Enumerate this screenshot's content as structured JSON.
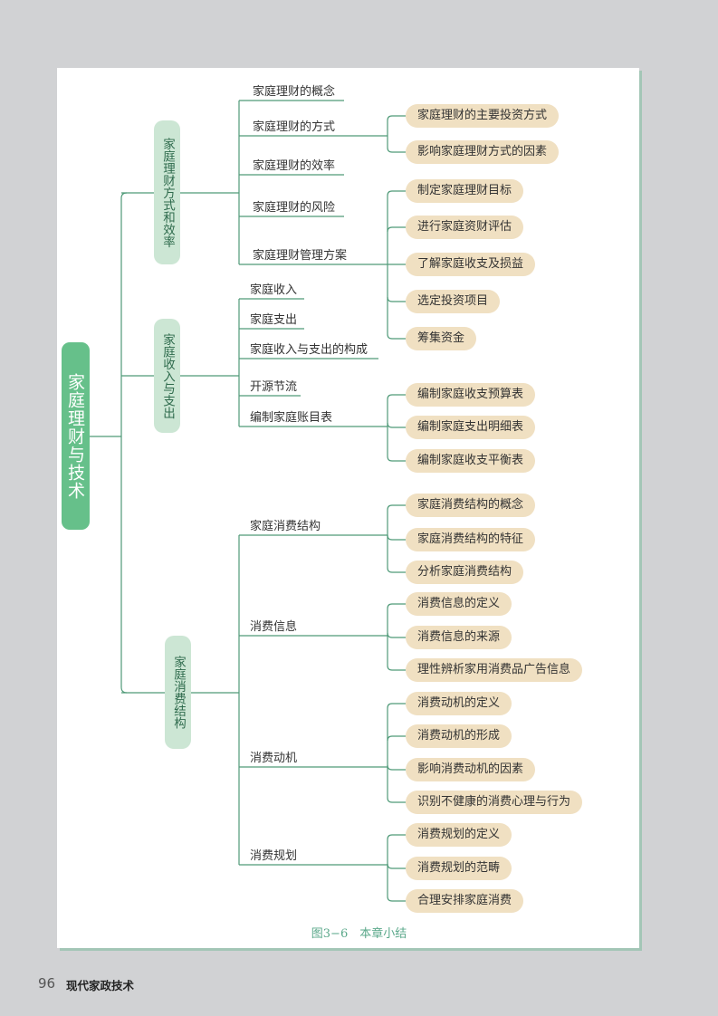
{
  "root": "家庭理财与技术",
  "branches": [
    {
      "label": "家庭理财方式和效率",
      "children": [
        {
          "label": "家庭理财的概念",
          "children": []
        },
        {
          "label": "家庭理财的方式",
          "children": [
            "家庭理财的主要投资方式",
            "影响家庭理财方式的因素"
          ]
        },
        {
          "label": "家庭理财的效率",
          "children": []
        },
        {
          "label": "家庭理财的风险",
          "children": []
        },
        {
          "label": "家庭理财管理方案",
          "children": [
            "制定家庭理财目标",
            "进行家庭资财评估",
            "了解家庭收支及损益",
            "选定投资项目",
            "筹集资金"
          ]
        }
      ]
    },
    {
      "label": "家庭收入与支出",
      "children": [
        {
          "label": "家庭收入",
          "children": []
        },
        {
          "label": "家庭支出",
          "children": []
        },
        {
          "label": "家庭收入与支出的构成",
          "children": []
        },
        {
          "label": "开源节流",
          "children": []
        },
        {
          "label": "编制家庭账目表",
          "children": [
            "编制家庭收支预算表",
            "编制家庭支出明细表",
            "编制家庭收支平衡表"
          ]
        }
      ]
    },
    {
      "label": "家庭消费结构",
      "children": [
        {
          "label": "家庭消费结构",
          "children": [
            "家庭消费结构的概念",
            "家庭消费结构的特征",
            "分析家庭消费结构"
          ]
        },
        {
          "label": "消费信息",
          "children": [
            "消费信息的定义",
            "消费信息的来源",
            "理性辨析家用消费品广告信息"
          ]
        },
        {
          "label": "消费动机",
          "children": [
            "消费动机的定义",
            "消费动机的形成",
            "影响消费动机的因素",
            "识别不健康的消费心理与行为"
          ]
        },
        {
          "label": "消费规划",
          "children": [
            "消费规划的定义",
            "消费规划的范畴",
            "合理安排家庭消费"
          ]
        }
      ]
    }
  ],
  "caption": "图3−6　本章小结",
  "footer": {
    "page_number": "96",
    "book_title": "现代家政技术"
  },
  "colors": {
    "line": "#4f9a78",
    "root": "#66c08a",
    "branch": "#cce6d4",
    "leaf": "#f0e0c2"
  }
}
